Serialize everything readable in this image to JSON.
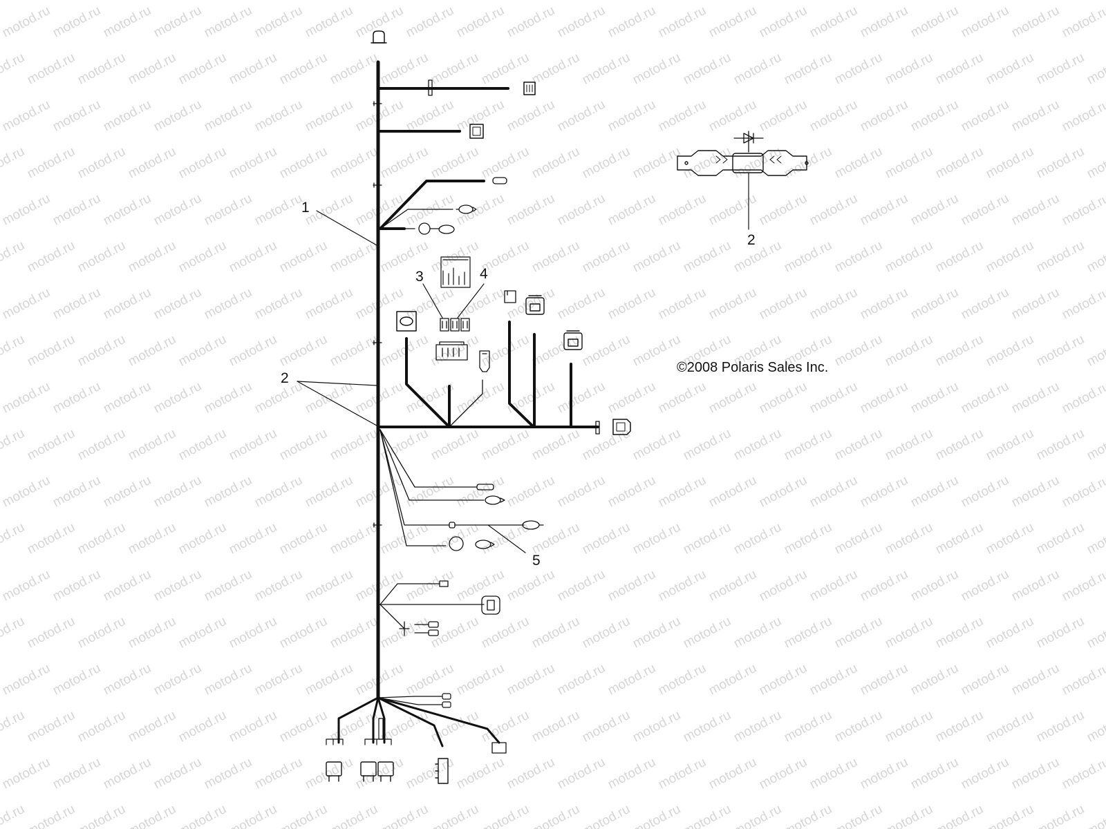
{
  "diagram": {
    "watermark_text": "motod.ru",
    "copyright": "©2008 Polaris Sales Inc.",
    "callouts": [
      {
        "id": "c1",
        "label": "1"
      },
      {
        "id": "c2a",
        "label": "2"
      },
      {
        "id": "c2b",
        "label": "2"
      },
      {
        "id": "c3",
        "label": "3"
      },
      {
        "id": "c4",
        "label": "4"
      },
      {
        "id": "c5",
        "label": "5"
      }
    ],
    "colors": {
      "line": "#111111",
      "watermark": "#d6d6d6",
      "background": "#ffffff"
    }
  }
}
